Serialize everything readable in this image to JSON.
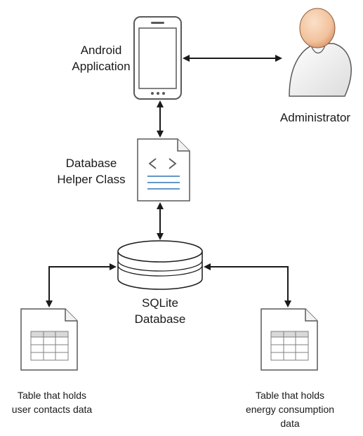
{
  "nodes": {
    "android_app": {
      "label_lines": [
        "Android",
        "Application"
      ]
    },
    "administrator": {
      "label": "Administrator"
    },
    "db_helper": {
      "label_lines": [
        "Database",
        "Helper Class"
      ],
      "code_glyph": "< >"
    },
    "sqlite_db": {
      "label_lines": [
        "SQLite",
        "Database"
      ]
    },
    "contacts_table": {
      "label_lines": [
        "Table that holds",
        "user contacts data"
      ]
    },
    "energy_table": {
      "label_lines": [
        "Table that holds",
        "energy consumption",
        "data"
      ]
    }
  },
  "icons": {
    "phone": "smartphone-icon",
    "person": "person-icon",
    "code_file": "code-document-icon",
    "database": "database-icon",
    "table_doc": "table-document-icon"
  },
  "colors": {
    "stroke": "#1a1a1a",
    "icon_stroke": "#595959",
    "skin": "#f2c29d",
    "skin_shade": "#d9966b",
    "body_shade": "#e6e6e6",
    "code_blue": "#2e75b6",
    "table_header": "#d9d9d9"
  }
}
